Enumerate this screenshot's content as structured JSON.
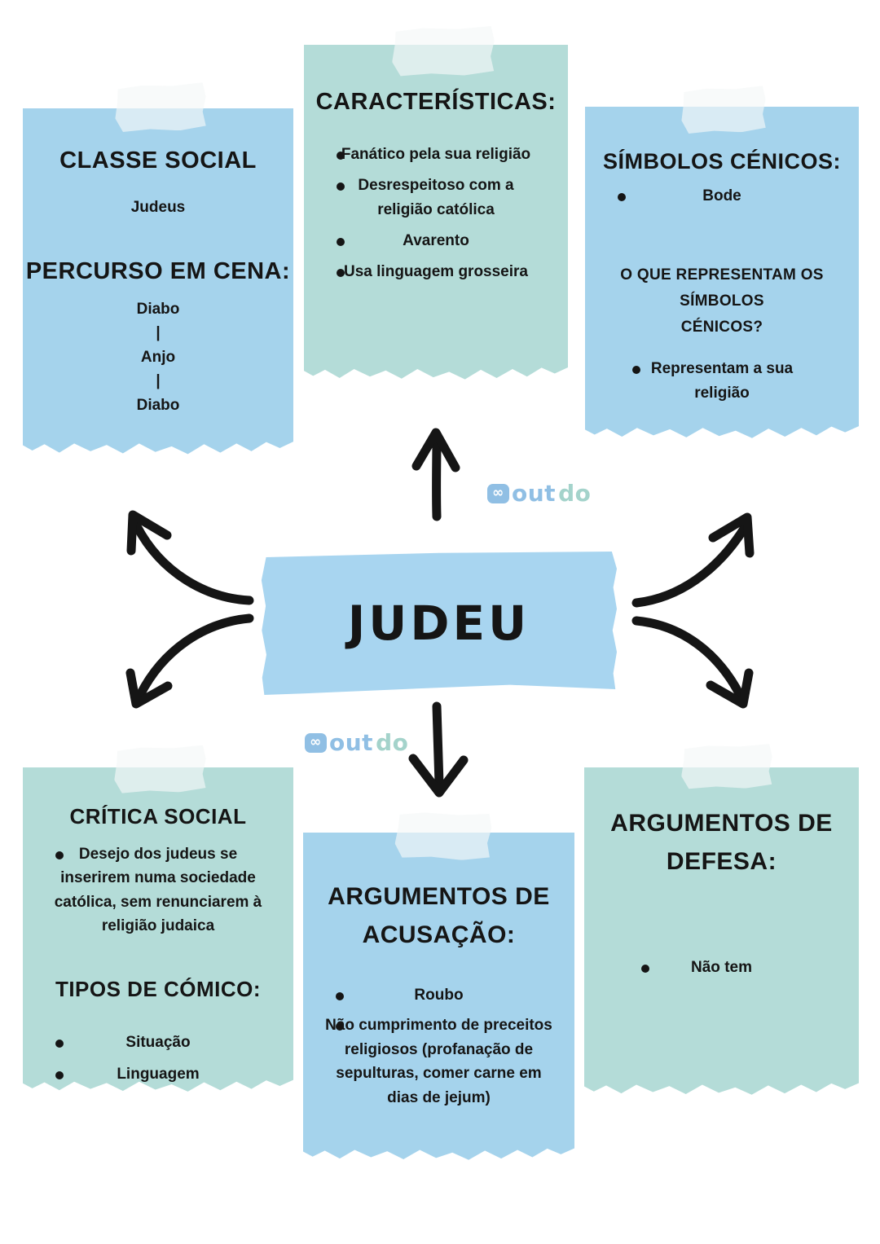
{
  "colors": {
    "note_blue": "#a5d3ec",
    "note_teal": "#b4dcd8",
    "banner_blue": "#a8d5f0",
    "ink": "#151515",
    "logo_blue": "#84b9e2",
    "logo_green": "#9bcfc6"
  },
  "brand": {
    "icon": "∞",
    "out": "out",
    "do": "do"
  },
  "center": {
    "title": "JUDEU"
  },
  "notes": {
    "top_left": {
      "title": "CLASSE SOCIAL",
      "subtitle": "Judeus",
      "title2": "PERCURSO EM CENA:",
      "sequence": [
        "Diabo",
        "|",
        "Anjo",
        "|",
        "Diabo"
      ]
    },
    "top_center": {
      "title": "CARACTERÍSTICAS:",
      "bullets": [
        "Fanático pela sua religião",
        "Desrespeitoso com a religião católica",
        "Avarento",
        "Usa linguagem grosseira"
      ]
    },
    "top_right": {
      "title": "SÍMBOLOS CÉNICOS:",
      "bullets": [
        "Bode"
      ],
      "question": "O QUE REPRESENTAM OS SÍMBOLOS\nCÉNICOS?",
      "answer_bullets": [
        "Representam a sua religião"
      ]
    },
    "bottom_left": {
      "title": "CRÍTICA SOCIAL",
      "bullets": [
        "Desejo dos judeus se inserirem numa sociedade católica, sem renunciarem à religião judaica"
      ],
      "title2": "TIPOS DE CÓMICO:",
      "bullets2": [
        "Situação",
        "Linguagem"
      ]
    },
    "bottom_center": {
      "title": "ARGUMENTOS DE ACUSAÇÃO:",
      "bullets": [
        "Roubo",
        "Não cumprimento de preceitos religiosos (profanação de sepulturas, comer carne em dias de jejum)"
      ]
    },
    "bottom_right": {
      "title": "ARGUMENTOS DE DEFESA:",
      "bullets": [
        "Não tem"
      ]
    }
  }
}
